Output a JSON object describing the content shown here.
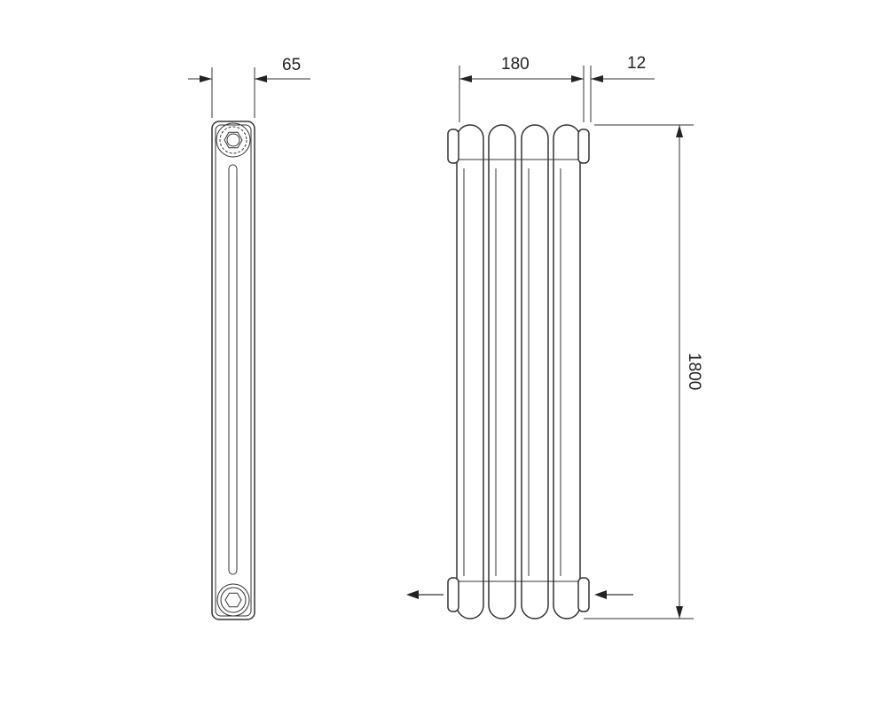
{
  "dimensions": {
    "side_width": "65",
    "front_width": "180",
    "nipple_offset": "12",
    "height": "1800"
  },
  "colors": {
    "line": "#333333",
    "background": "#ffffff"
  }
}
